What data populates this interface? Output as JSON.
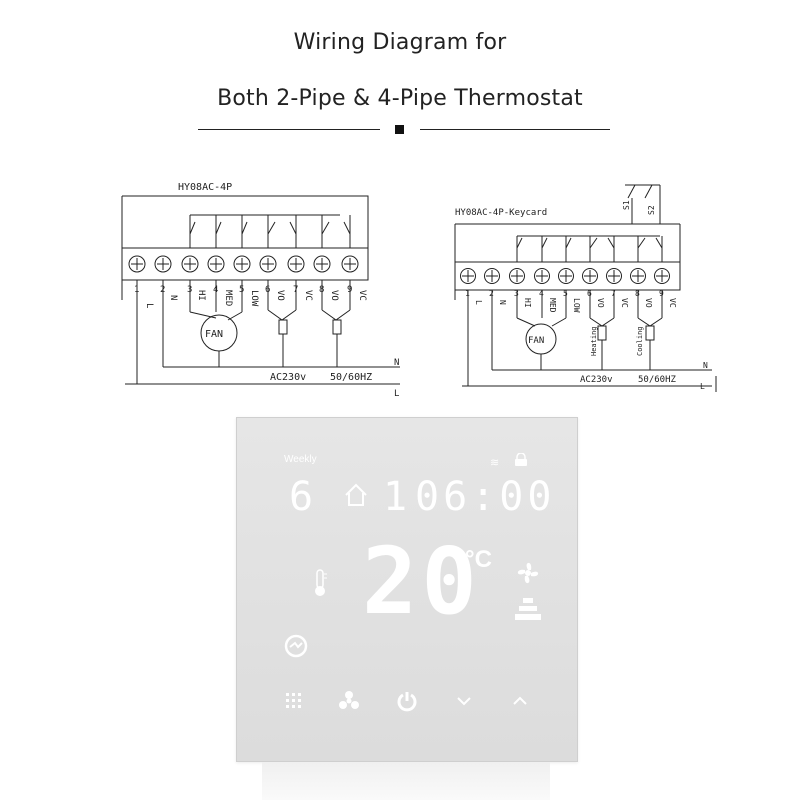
{
  "header": {
    "title_line1": "Wiring Diagram for",
    "title_line2": "Both 2-Pipe & 4-Pipe Thermostat"
  },
  "diagram_left": {
    "model": "HY08AC-4P",
    "terminals": [
      "1",
      "2",
      "3",
      "4",
      "5",
      "6",
      "7",
      "8",
      "9"
    ],
    "wire_labels": [
      "L",
      "N",
      "HI",
      "MED",
      "LOW",
      "VO",
      "VC",
      "VO",
      "VC"
    ],
    "fan_label": "FAN",
    "supply_label": "AC230v",
    "freq_label": "50/60HZ",
    "line_n": "N",
    "line_l": "L"
  },
  "diagram_right": {
    "model": "HY08AC-4P-Keycard",
    "switch_labels": [
      "S1",
      "S2"
    ],
    "terminals": [
      "1",
      "2",
      "3",
      "4",
      "5",
      "6",
      "7",
      "8",
      "9"
    ],
    "wire_labels": [
      "L",
      "N",
      "HI",
      "MED",
      "LOW",
      "VO",
      "VC",
      "VO",
      "VC"
    ],
    "fan_label": "FAN",
    "heating_label": "Heating",
    "cooling_label": "Cooling",
    "supply_label": "AC230v",
    "freq_label": "50/60HZ",
    "line_n": "N",
    "line_l": "L"
  },
  "thermostat": {
    "mode_label": "Weekly",
    "day": "6",
    "time": "06:00",
    "temperature": "20",
    "unit": "°C",
    "icons": [
      "wifi-icon",
      "lock-icon",
      "home-icon",
      "thermometer-icon",
      "fan-speed-icon",
      "fan-level-icon",
      "economy-icon"
    ],
    "buttons": [
      "menu-button",
      "fan-button",
      "power-button",
      "down-button",
      "up-button"
    ]
  }
}
